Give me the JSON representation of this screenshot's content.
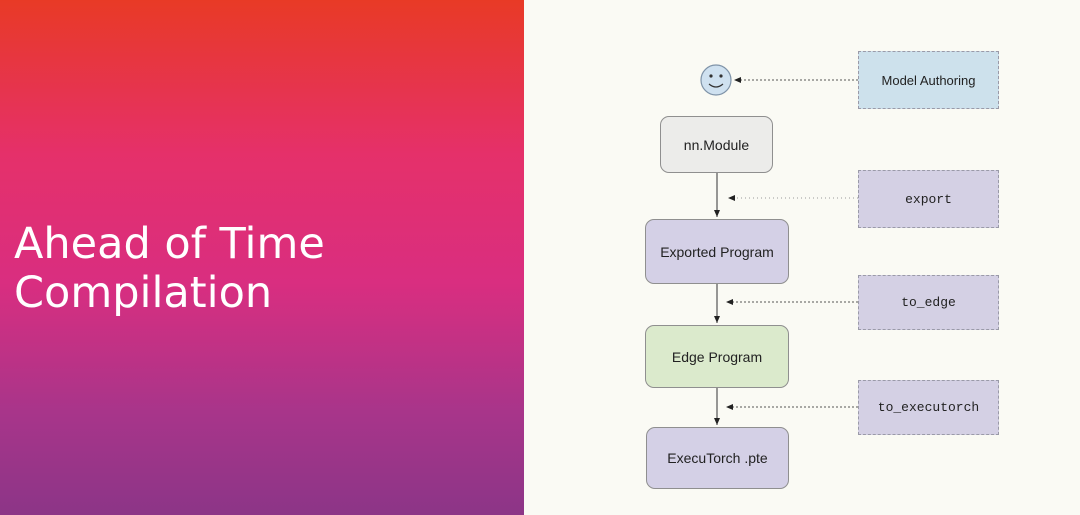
{
  "title": {
    "line1": "Ahead of Time",
    "line2": "Compilation"
  },
  "diagram": {
    "nodes": [
      {
        "id": "nn-module",
        "label": "nn.Module",
        "color": "#ececea"
      },
      {
        "id": "exported-program",
        "label": "Exported Program",
        "color": "#d4d0e6"
      },
      {
        "id": "edge-program",
        "label": "Edge Program",
        "color": "#dbeacc"
      },
      {
        "id": "executorch-pte",
        "label": "ExecuTorch .pte",
        "color": "#d4d0e6"
      }
    ],
    "steps": [
      {
        "id": "model-authoring",
        "label": "Model Authoring",
        "color": "#cde1ec"
      },
      {
        "id": "export",
        "label": "export",
        "color": "#d4d0e4"
      },
      {
        "id": "to-edge",
        "label": "to_edge",
        "color": "#d4d0e4"
      },
      {
        "id": "to-executorch",
        "label": "to_executorch",
        "color": "#d4d0e4"
      }
    ],
    "author_icon": "smiley-face-icon"
  },
  "colors": {
    "gradient_top": "#e83a26",
    "gradient_mid": "#d92e80",
    "gradient_bottom": "#8c3587",
    "right_background": "#fafaf4"
  }
}
